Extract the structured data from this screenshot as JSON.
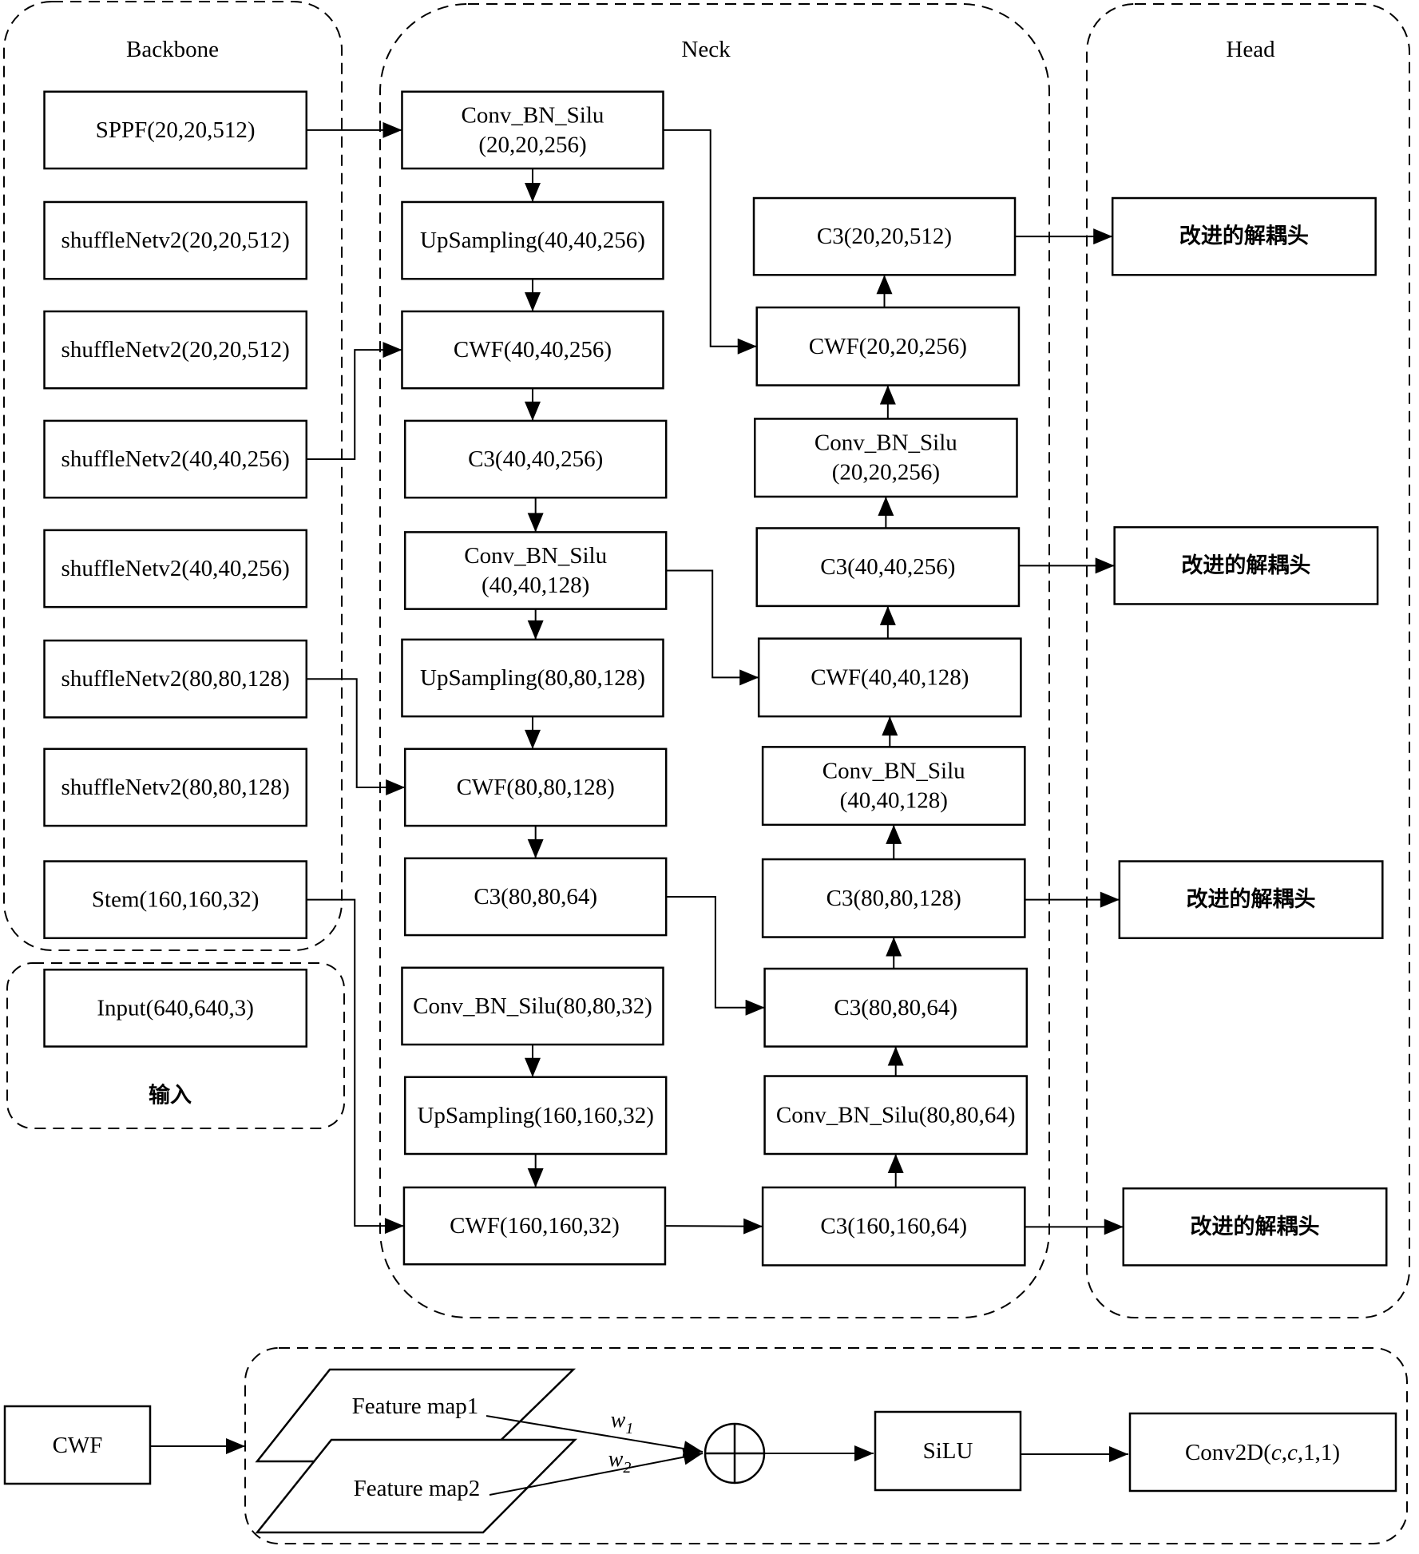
{
  "groups": {
    "backbone": "Backbone",
    "neck": "Neck",
    "head": "Head",
    "input": "输入"
  },
  "backbone": [
    "SPPF(20,20,512)",
    "shuffleNetv2(20,20,512)",
    "shuffleNetv2(20,20,512)",
    "shuffleNetv2(40,40,256)",
    "shuffleNetv2(40,40,256)",
    "shuffleNetv2(80,80,128)",
    "shuffleNetv2(80,80,128)",
    "Stem(160,160,32)"
  ],
  "input": "Input(640,640,3)",
  "neck_left": [
    [
      "Conv_BN_Silu",
      "(20,20,256)"
    ],
    [
      "UpSampling(40,40,256)"
    ],
    [
      "CWF(40,40,256)"
    ],
    [
      "C3(40,40,256)"
    ],
    [
      "Conv_BN_Silu",
      "(40,40,128)"
    ],
    [
      "UpSampling(80,80,128)"
    ],
    [
      "CWF(80,80,128)"
    ],
    [
      "C3(80,80,64)"
    ],
    [
      "Conv_BN_Silu(80,80,32)"
    ],
    [
      "UpSampling(160,160,32)"
    ],
    [
      "CWF(160,160,32)"
    ]
  ],
  "neck_right": [
    [
      "C3(20,20,512)"
    ],
    [
      "CWF(20,20,256)"
    ],
    [
      "Conv_BN_Silu",
      "(20,20,256)"
    ],
    [
      "C3(40,40,256)"
    ],
    [
      "CWF(40,40,128)"
    ],
    [
      "Conv_BN_Silu",
      "(40,40,128)"
    ],
    [
      "C3(80,80,128)"
    ],
    [
      "C3(80,80,64)"
    ],
    [
      "Conv_BN_Silu(80,80,64)"
    ],
    [
      "C3(160,160,64)"
    ]
  ],
  "head": [
    "改进的解耦头",
    "改进的解耦头",
    "改进的解耦头",
    "改进的解耦头"
  ],
  "cwf_detail": {
    "label": "CWF",
    "feature_map_1": "Feature map1",
    "feature_map_2": "Feature map2",
    "weight_1": "w",
    "weight_1_sub": "1",
    "weight_2": "w",
    "weight_2_sub": "2",
    "activation": "SiLU",
    "conv_prefix": "Conv2D(",
    "conv_c1": "c",
    "conv_sep": ",",
    "conv_c2": "c",
    "conv_suffix": ",1,1)",
    "sum_symbol": "add-circle"
  }
}
